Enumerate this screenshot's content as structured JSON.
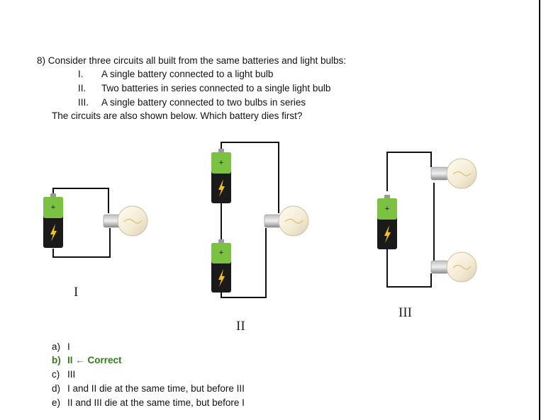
{
  "question": {
    "number": "8)",
    "prompt": "Consider three circuits all built from the same batteries and light bulbs:",
    "items": [
      {
        "roman": "I.",
        "text": "A single battery connected to a light bulb"
      },
      {
        "roman": "II.",
        "text": "Two batteries in series connected to a single light bulb"
      },
      {
        "roman": "III.",
        "text": "A single battery connected to two bulbs in series"
      }
    ],
    "follow_up": "The circuits are also shown below. Which battery dies first?"
  },
  "figure": {
    "labels": [
      "I",
      "II",
      "III"
    ],
    "battery_plus": "+"
  },
  "answers": [
    {
      "letter": "a)",
      "text": "I",
      "note": "",
      "correct": false
    },
    {
      "letter": "b)",
      "text": "II",
      "note": "← Correct",
      "correct": true
    },
    {
      "letter": "c)",
      "text": "III",
      "note": "",
      "correct": false
    },
    {
      "letter": "d)",
      "text": "I and II die at the same time, but before III",
      "note": "",
      "correct": false
    },
    {
      "letter": "e)",
      "text": "II and III die at the same time, but before I",
      "note": "",
      "correct": false
    }
  ],
  "colors": {
    "correct": "#2e7d1e",
    "battery_green": "#7bc142",
    "battery_black": "#1a1a1a",
    "bolt": "#f6c21a"
  }
}
